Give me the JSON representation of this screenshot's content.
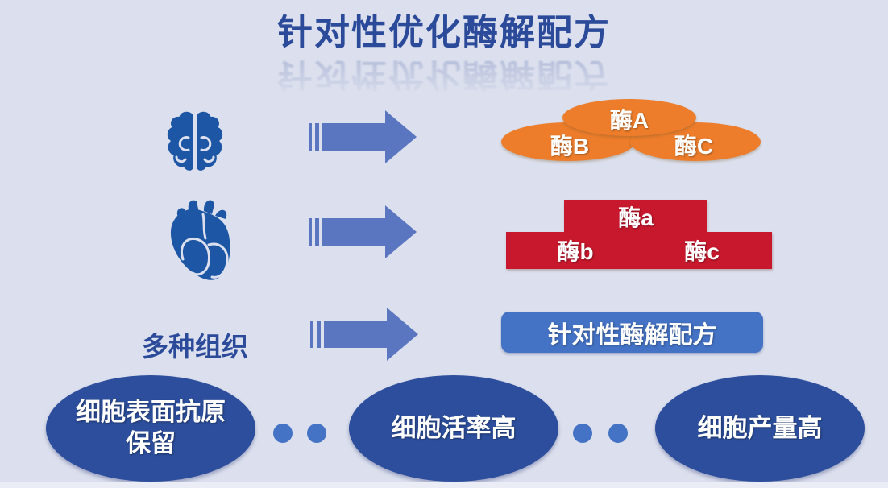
{
  "header": {
    "title": "针对性优化酶解配方"
  },
  "rows": {
    "brain": {
      "icon": "brain-icon",
      "enzymes": [
        "酶A",
        "酶B",
        "酶C"
      ],
      "shape": "cloud",
      "color": "#ED7D2B"
    },
    "heart": {
      "icon": "heart-icon",
      "enzymes": [
        "酶a",
        "酶b",
        "酶c"
      ],
      "shape": "podium",
      "color": "#C8182D"
    },
    "tissues": {
      "label": "多种组织",
      "formula": "针对性酶解配方",
      "shape": "pill",
      "color": "#4472C4"
    }
  },
  "outcomes": {
    "items": [
      {
        "lines": [
          "细胞表面抗原",
          "保留"
        ]
      },
      {
        "lines": [
          "细胞活率高"
        ]
      },
      {
        "lines": [
          "细胞产量高"
        ]
      }
    ]
  },
  "colors": {
    "background": "#dce0ee",
    "title_blue": "#2b4a9a",
    "icon_blue": "#1d56a4",
    "arrow_blue": "#5b76c1",
    "enzyme_orange": "#ED7D2B",
    "enzyme_red": "#C8182D",
    "pill_blue": "#4472C4",
    "outcome_blue": "#2c4e9c"
  }
}
